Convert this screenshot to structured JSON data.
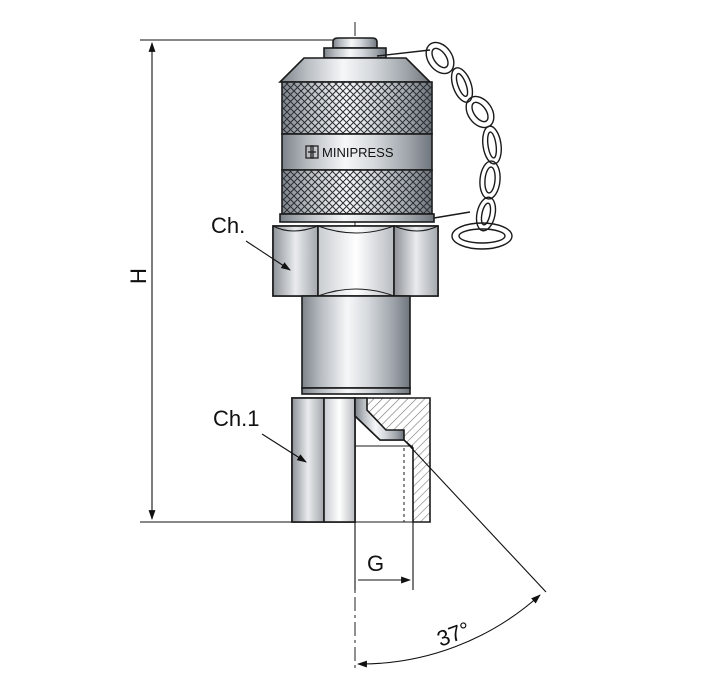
{
  "labels": {
    "height": "H",
    "hex_upper": "Ch.",
    "hex_lower": "Ch.1",
    "thread": "G",
    "angle": "37°"
  },
  "brand": {
    "name": "MINIPRESS",
    "logo_icon": "dd-logo-icon"
  },
  "colors": {
    "metal_dark": "#8a8f96",
    "metal_light": "#f4f5f6",
    "section_hatch": "#9a9a9a"
  }
}
